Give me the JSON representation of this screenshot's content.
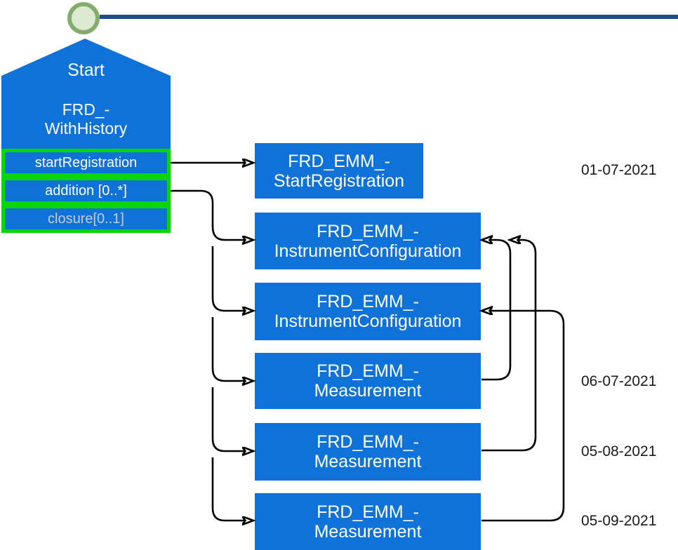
{
  "diagram": {
    "title_context": "history state diagram",
    "start_shape": {
      "title": "Start",
      "name_line1": "FRD_-",
      "name_line2": "WithHistory"
    },
    "operations": [
      {
        "label": "startRegistration"
      },
      {
        "label": "addition [0..*]"
      },
      {
        "label": "closure[0..1]"
      }
    ],
    "boxes": [
      {
        "line1": "FRD_EMM_-",
        "line2": "StartRegistration"
      },
      {
        "line1": "FRD_EMM_-",
        "line2": "InstrumentConfiguration"
      },
      {
        "line1": "FRD_EMM_-",
        "line2": "InstrumentConfiguration"
      },
      {
        "line1": "FRD_EMM_-",
        "line2": "Measurement"
      },
      {
        "line1": "FRD_EMM_-",
        "line2": "Measurement"
      },
      {
        "line1": "FRD_EMM_-",
        "line2": "Measurement"
      }
    ],
    "dates": [
      "01-07-2021",
      "06-07-2021",
      "05-08-2021",
      "05-09-2021"
    ],
    "colors": {
      "box_blue": "#0e72d8",
      "operation_border_green": "#0ad50a",
      "timeline_navy": "#1a4e8f",
      "timeline_circle_ring": "#84ad6d",
      "timeline_circle_fill": "#dcead4",
      "muted_operation_text": "#c8ccd2",
      "connector_black": "#000000"
    }
  }
}
